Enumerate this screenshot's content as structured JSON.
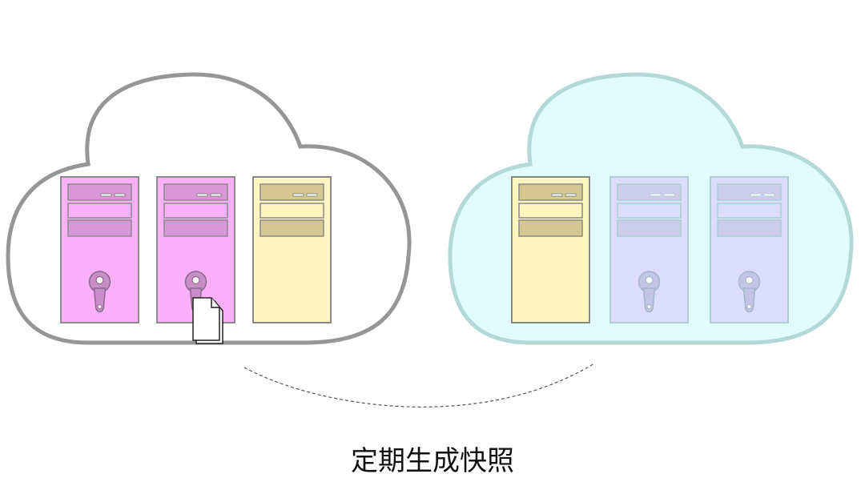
{
  "caption": "定期生成快照",
  "clouds": [
    {
      "id": "source",
      "fill": "#ffffff",
      "stroke": "#969696",
      "servers": [
        {
          "color": "pink",
          "has_lock": true
        },
        {
          "color": "pink",
          "has_lock": true,
          "has_document": true
        },
        {
          "color": "yellow",
          "has_lock": false
        }
      ]
    },
    {
      "id": "target",
      "fill": "#e0fcfc",
      "stroke": "#b2d8d8",
      "servers": [
        {
          "color": "yellow",
          "has_lock": false
        },
        {
          "color": "lavender",
          "has_lock": true
        },
        {
          "color": "lavender",
          "has_lock": true
        }
      ]
    }
  ],
  "palette": {
    "pink": {
      "body": "#fcb0fc",
      "panel": "#d896d6",
      "stroke": "#8a8a8a",
      "lock": "#c98ec9",
      "lockStroke": "#8a6a8a"
    },
    "yellow": {
      "body": "#fff5be",
      "panel": "#d4c890",
      "stroke": "#8a8a8a",
      "lock": null,
      "lockStroke": null
    },
    "lavender": {
      "body": "#dcdcfc",
      "panel": "#ccccec",
      "stroke": "#aacfd2",
      "lock": "#c4c4e6",
      "lockStroke": "#9fb8c8"
    }
  },
  "connector": {
    "style": "dashed",
    "stroke": "#555555"
  }
}
